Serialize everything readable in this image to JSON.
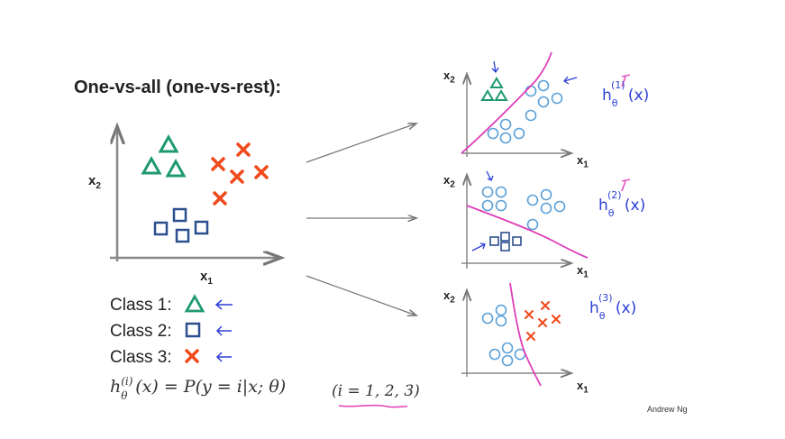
{
  "title": "One-vs-all (one-vs-rest):",
  "main_plot": {
    "xlabel_base": "x",
    "xlabel_sub": "1",
    "ylabel_base": "x",
    "ylabel_sub": "2"
  },
  "legend": [
    {
      "label": "Class 1:",
      "marker": "triangle"
    },
    {
      "label": "Class 2:",
      "marker": "square"
    },
    {
      "label": "Class 3:",
      "marker": "cross"
    }
  ],
  "formula": {
    "left": "h",
    "sub": "θ",
    "sup": "(i)",
    "rest": "(x) = P(y = i|x; θ)",
    "range": "(i = 1, 2, 3)"
  },
  "subplots": [
    {
      "xlabel_base": "x",
      "xlabel_sub": "1",
      "ylabel_base": "x",
      "ylabel_sub": "2",
      "annotation": "h",
      "annotation_sup": "(1)",
      "annotation_sub": "θ",
      "annotation_arg": "(x)"
    },
    {
      "xlabel_base": "x",
      "xlabel_sub": "1",
      "ylabel_base": "x",
      "ylabel_sub": "2",
      "annotation": "h",
      "annotation_sup": "(2)",
      "annotation_sub": "θ",
      "annotation_arg": "(x)"
    },
    {
      "xlabel_base": "x",
      "xlabel_sub": "1",
      "ylabel_base": "x",
      "ylabel_sub": "2",
      "annotation": "h",
      "annotation_sup": "(3)",
      "annotation_sub": "θ",
      "annotation_arg": "(x)"
    }
  ],
  "credit": "Andrew Ng",
  "colors": {
    "triangle": "#1f9a6e",
    "square": "#2d4f8f",
    "cross": "#f04a1c",
    "circle": "#5aa0d8",
    "boundary": "#e03cb8",
    "ink": "#2c3ed6"
  }
}
